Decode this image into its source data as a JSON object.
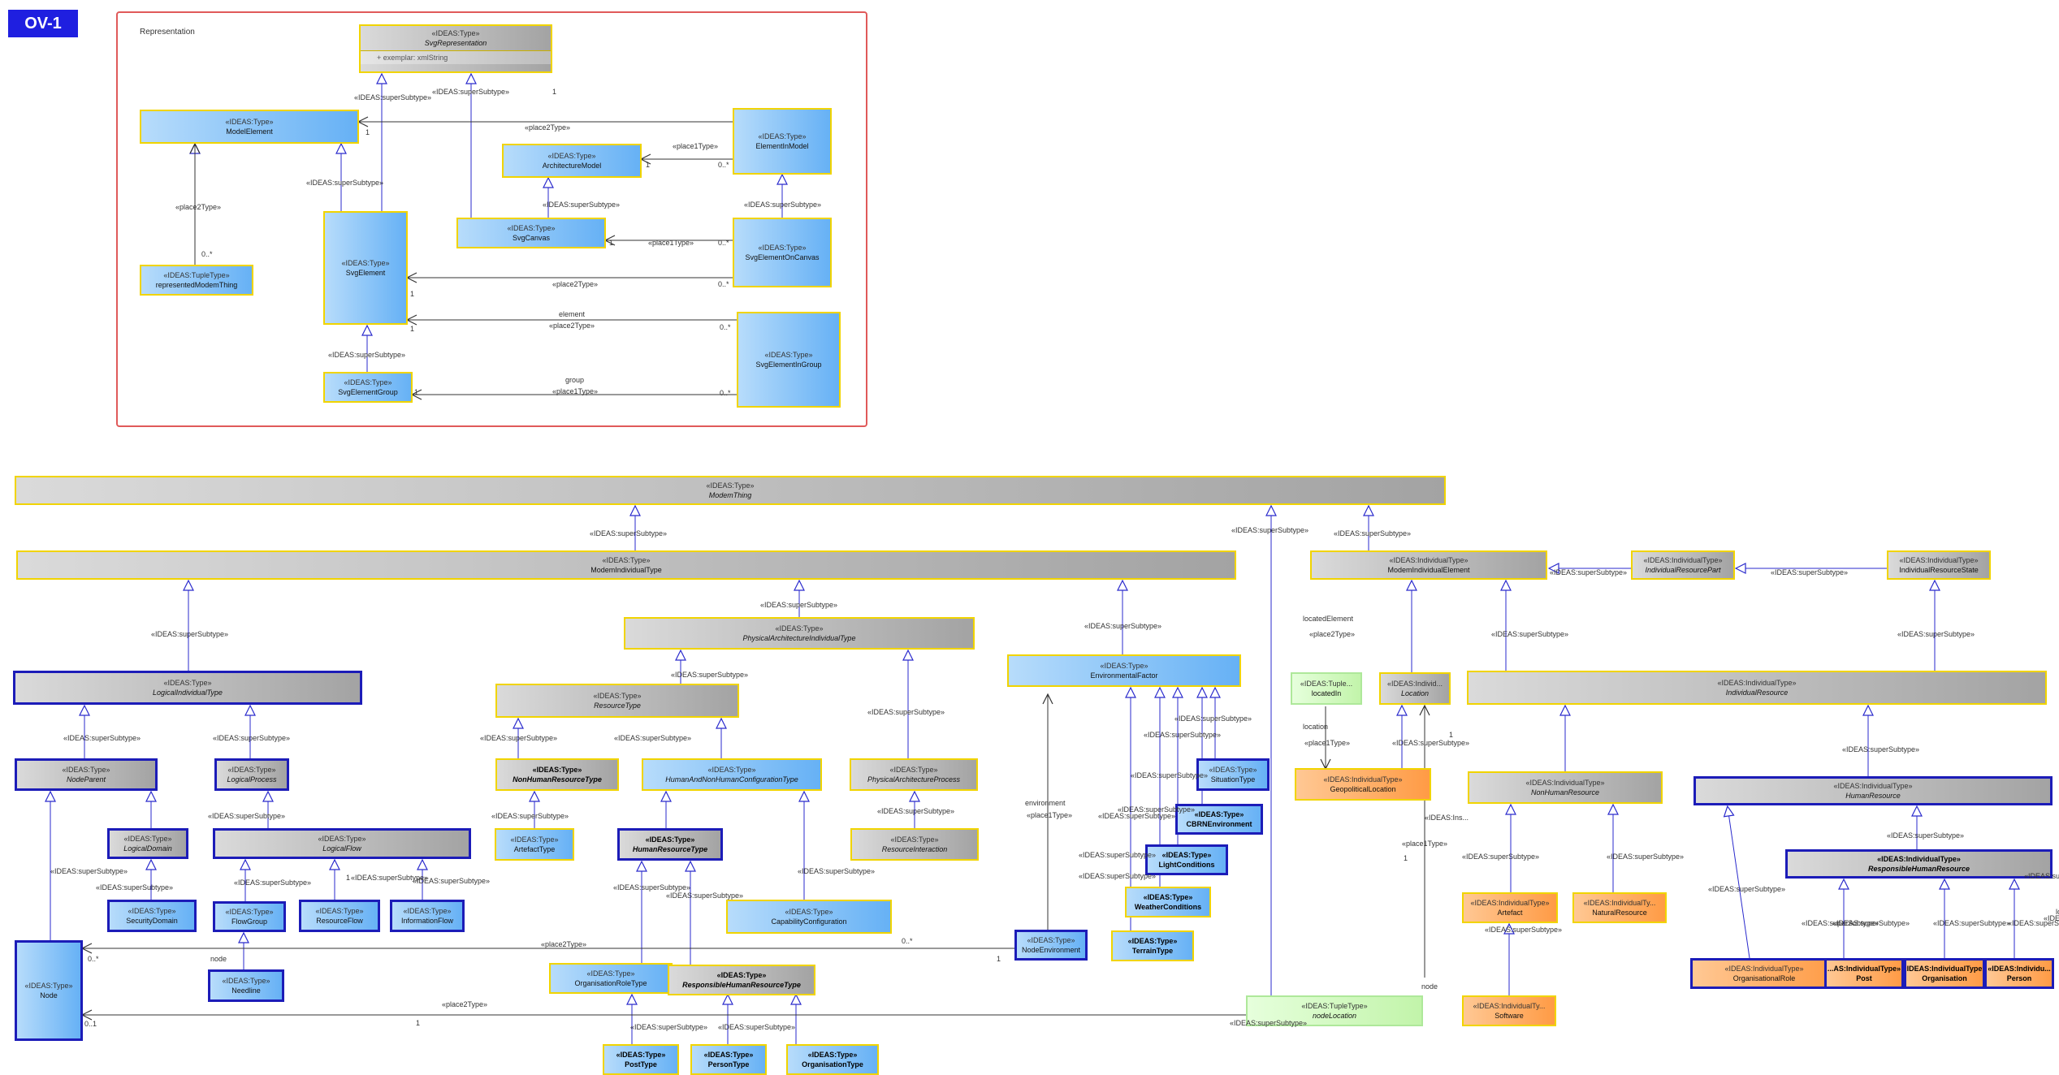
{
  "diagram": {
    "badge": "OV-1",
    "group_label": "Representation"
  },
  "nodes": [
    {
      "id": "svgrep",
      "st": "«IDEAS:Type»",
      "nm": "SvgRepresentation",
      "abstract": true,
      "fill": "gray",
      "attr": "+  exemplar: xmlString"
    },
    {
      "id": "modelelement",
      "st": "«IDEAS:Type»",
      "nm": "ModelElement",
      "fill": "blue"
    },
    {
      "id": "elementinmodel",
      "st": "«IDEAS:Type»",
      "nm": "ElementInModel",
      "fill": "blue"
    },
    {
      "id": "archmodel",
      "st": "«IDEAS:Type»",
      "nm": "ArchitectureModel",
      "fill": "blue"
    },
    {
      "id": "svgelement",
      "st": "«IDEAS:Type»",
      "nm": "SvgElement",
      "fill": "blue"
    },
    {
      "id": "svgcanvas",
      "st": "«IDEAS:Type»",
      "nm": "SvgCanvas",
      "fill": "blue"
    },
    {
      "id": "svgelementoncanvas",
      "st": "«IDEAS:Type»",
      "nm": "SvgElementOnCanvas",
      "fill": "blue"
    },
    {
      "id": "repmodemthing",
      "st": "«IDEAS:TupleType»",
      "nm": "representedModemThing",
      "fill": "blue"
    },
    {
      "id": "svgelementingroup",
      "st": "«IDEAS:Type»",
      "nm": "SvgElementInGroup",
      "fill": "blue"
    },
    {
      "id": "svgelementgroup",
      "st": "«IDEAS:Type»",
      "nm": "SvgElementGroup",
      "fill": "blue"
    },
    {
      "id": "modemthing",
      "st": "«IDEAS:Type»",
      "nm": "ModemThing",
      "abstract": true,
      "fill": "gray"
    },
    {
      "id": "modemindtype",
      "st": "«IDEAS:Type»",
      "nm": "ModemIndividualType",
      "fill": "gray"
    },
    {
      "id": "modemindelement",
      "st": "«IDEAS:IndividualType»",
      "nm": "ModemIndividualElement",
      "fill": "gray"
    },
    {
      "id": "indrespart",
      "st": "«IDEAS:IndividualType»",
      "nm": "IndividualResourcePart",
      "abstract": true,
      "fill": "gray"
    },
    {
      "id": "indresstate",
      "st": "«IDEAS:IndividualType»",
      "nm": "IndividualResourceState",
      "fill": "gray"
    },
    {
      "id": "logicalindtype",
      "st": "«IDEAS:Type»",
      "nm": "LogicalIndividualType",
      "abstract": true,
      "fill": "gray",
      "navy": true
    },
    {
      "id": "physarchindtype",
      "st": "«IDEAS:Type»",
      "nm": "PhysicalArchitectureIndividualType",
      "abstract": true,
      "fill": "gray"
    },
    {
      "id": "envfactor",
      "st": "«IDEAS:Type»",
      "nm": "EnvironmentalFactor",
      "fill": "blue"
    },
    {
      "id": "locatedin",
      "st": "«IDEAS:Tuple...",
      "nm": "locatedIn",
      "fill": "green"
    },
    {
      "id": "location",
      "st": "«IDEAS:Individ...",
      "nm": "Location",
      "abstract": true,
      "fill": "gray"
    },
    {
      "id": "indresource",
      "st": "«IDEAS:IndividualType»",
      "nm": "IndividualResource",
      "abstract": true,
      "fill": "gray"
    },
    {
      "id": "resourcetype",
      "st": "«IDEAS:Type»",
      "nm": "ResourceType",
      "abstract": true,
      "fill": "gray"
    },
    {
      "id": "nodeparent",
      "st": "«IDEAS:Type»",
      "nm": "NodeParent",
      "abstract": true,
      "fill": "gray",
      "navy": true
    },
    {
      "id": "logicalprocess",
      "st": "«IDEAS:Type»",
      "nm": "LogicalProcess",
      "abstract": true,
      "fill": "gray",
      "navy": true
    },
    {
      "id": "nonhumanrestype",
      "st": "«IDEAS:Type»",
      "nm": "NonHumanResourceType",
      "abstract": true,
      "fill": "gray",
      "bold": true
    },
    {
      "id": "hnhconfigtype",
      "st": "«IDEAS:Type»",
      "nm": "HumanAndNonHumanConfigurationType",
      "abstract": true,
      "fill": "blue"
    },
    {
      "id": "physarchprocess",
      "st": "«IDEAS:Type»",
      "nm": "PhysicalArchitectureProcess",
      "abstract": true,
      "fill": "gray"
    },
    {
      "id": "situationtype",
      "st": "«IDEAS:Type»",
      "nm": "SituationType",
      "fill": "blue",
      "navy": true
    },
    {
      "id": "geolocation",
      "st": "«IDEAS:IndividualType»",
      "nm": "GeopoliticalLocation",
      "fill": "orange"
    },
    {
      "id": "nonhumanresource",
      "st": "«IDEAS:IndividualType»",
      "nm": "NonHumanResource",
      "abstract": true,
      "fill": "gray"
    },
    {
      "id": "humanresource",
      "st": "«IDEAS:IndividualType»",
      "nm": "HumanResource",
      "abstract": true,
      "fill": "gray",
      "navy": true
    },
    {
      "id": "logicaldomain",
      "st": "«IDEAS:Type»",
      "nm": "LogicalDomain",
      "abstract": true,
      "fill": "gray",
      "navy": true
    },
    {
      "id": "logicalflow",
      "st": "«IDEAS:Type»",
      "nm": "LogicalFlow",
      "abstract": true,
      "fill": "gray",
      "navy": true
    },
    {
      "id": "artefacttype",
      "st": "«IDEAS:Type»",
      "nm": "ArtefactType",
      "fill": "blue"
    },
    {
      "id": "humanrestype",
      "st": "«IDEAS:Type»",
      "nm": "HumanResourceType",
      "abstract": true,
      "fill": "gray",
      "navy": true,
      "bold": true
    },
    {
      "id": "resinteraction",
      "st": "«IDEAS:Type»",
      "nm": "ResourceInteraction",
      "abstract": true,
      "fill": "gray"
    },
    {
      "id": "cbrnenv",
      "st": "«IDEAS:Type»",
      "nm": "CBRNEnvironment",
      "fill": "blue",
      "navy": true,
      "bold": true
    },
    {
      "id": "lightconditions",
      "st": "«IDEAS:Type»",
      "nm": "LightConditions",
      "fill": "blue",
      "navy": true,
      "bold": true
    },
    {
      "id": "resphumanres",
      "st": "«IDEAS:IndividualType»",
      "nm": "ResponsibleHumanResource",
      "abstract": true,
      "fill": "gray",
      "navy": true,
      "bold": true
    },
    {
      "id": "securitydomain",
      "st": "«IDEAS:Type»",
      "nm": "SecurityDomain",
      "fill": "blue",
      "navy": true
    },
    {
      "id": "flowgroup",
      "st": "«IDEAS:Type»",
      "nm": "FlowGroup",
      "fill": "blue",
      "navy": true
    },
    {
      "id": "resourceflow",
      "st": "«IDEAS:Type»",
      "nm": "ResourceFlow",
      "fill": "blue",
      "navy": true
    },
    {
      "id": "informationflow",
      "st": "«IDEAS:Type»",
      "nm": "InformationFlow",
      "fill": "blue",
      "navy": true
    },
    {
      "id": "capconfig",
      "st": "«IDEAS:Type»",
      "nm": "CapabilityConfiguration",
      "fill": "blue"
    },
    {
      "id": "weatherconditions",
      "st": "«IDEAS:Type»",
      "nm": "WeatherConditions",
      "fill": "blue",
      "bold": true
    },
    {
      "id": "artefact",
      "st": "«IDEAS:IndividualType»",
      "nm": "Artefact",
      "fill": "orange"
    },
    {
      "id": "naturalresource",
      "st": "«IDEAS:IndividualTy...",
      "nm": "NaturalResource",
      "fill": "orange"
    },
    {
      "id": "terraintype",
      "st": "«IDEAS:Type»",
      "nm": "TerrainType",
      "fill": "blue",
      "bold": true
    },
    {
      "id": "nodeenv",
      "st": "«IDEAS:Type»",
      "nm": "NodeEnvironment",
      "fill": "blue",
      "navy": true
    },
    {
      "id": "node",
      "st": "«IDEAS:Type»",
      "nm": "Node",
      "fill": "blue",
      "navy": true
    },
    {
      "id": "needline",
      "st": "«IDEAS:Type»",
      "nm": "Needline",
      "fill": "blue",
      "navy": true
    },
    {
      "id": "orgroletype",
      "st": "«IDEAS:Type»",
      "nm": "OrganisationRoleType",
      "fill": "blue"
    },
    {
      "id": "resphumanrestype",
      "st": "«IDEAS:Type»",
      "nm": "ResponsibleHumanResourceType",
      "abstract": true,
      "fill": "gray",
      "bold": true
    },
    {
      "id": "orgrole",
      "st": "«IDEAS:IndividualType»",
      "nm": "OrganisationalRole",
      "fill": "orange",
      "navy": true
    },
    {
      "id": "post",
      "st": "...AS:IndividualType»",
      "nm": "Post",
      "fill": "orange",
      "navy": true,
      "bold": true
    },
    {
      "id": "organisation",
      "st": "«IDEAS:IndividualType»",
      "nm": "Organisation",
      "fill": "orange",
      "navy": true,
      "bold": true
    },
    {
      "id": "person",
      "st": "«IDEAS:Individu...",
      "nm": "Person",
      "fill": "orange",
      "navy": true,
      "bold": true
    },
    {
      "id": "software",
      "st": "«IDEAS:IndividualTy...",
      "nm": "Software",
      "fill": "orange"
    },
    {
      "id": "nodelocation",
      "st": "«IDEAS:TupleType»",
      "nm": "nodeLocation",
      "abstract": true,
      "fill": "green"
    },
    {
      "id": "posttype",
      "st": "«IDEAS:Type»",
      "nm": "PostType",
      "fill": "blue",
      "bold": true
    },
    {
      "id": "persontype",
      "st": "«IDEAS:Type»",
      "nm": "PersonType",
      "fill": "blue",
      "bold": true
    },
    {
      "id": "orgtype",
      "st": "«IDEAS:Type»",
      "nm": "OrganisationType",
      "fill": "blue",
      "bold": true
    }
  ],
  "labels": [
    "«IDEAS:superSubtype»",
    "«IDEAS:superSubtype»",
    "«place2Type»",
    "1",
    "1",
    "«place1Type»",
    "0..*",
    "1",
    "«IDEAS:superSubtype»",
    "«IDEAS:superSubtype»",
    "«IDEAS:superSubtype»",
    "«place2Type»",
    "0..*",
    "«place1Type»",
    "0..*",
    "1",
    "«place2Type»",
    "0..*",
    "1",
    "element",
    "«place2Type»",
    "0..*",
    "1",
    "«IDEAS:superSubtype»",
    "group",
    "«place1Type»",
    "0..*",
    "1",
    "«IDEAS:superSubtype»",
    "«IDEAS:superSubtype»",
    "«IDEAS:superSubtype»",
    "«IDEAS:superSubtype»",
    "«IDEAS:superSubtype»",
    "«IDEAS:superSubtype»",
    "«IDEAS:superSubtype»",
    "«IDEAS:superSubtype»",
    "locatedElement",
    "«place2Type»",
    "«IDEAS:superSubtype»",
    "«IDEAS:superSubtype»",
    "«IDEAS:superSubtype»",
    "«IDEAS:superSubtype»",
    "«IDEAS:superSubtype»",
    "«IDEAS:superSubtype»",
    "«IDEAS:superSubtype»",
    "«IDEAS:superSubtype»",
    "«IDEAS:superSubtype»",
    "«IDEAS:superSubtype»",
    "«IDEAS:superSubtype»",
    "«IDEAS:superSubtype»",
    "location",
    "«place1Type»",
    "«IDEAS:superSubtype»",
    "1",
    "«IDEAS:superSubtype»",
    "«IDEAS:superSubtype»",
    "«IDEAS:superSubtype»",
    "«IDEAS:superSubtype»",
    "«IDEAS:superSubtype»",
    "«IDEAS:superSubtype»",
    "«IDEAS:superSubtype»",
    "environment",
    "«place1Type»",
    "«IDEAS:superSubtype»",
    "«IDEAS:superSubtype»",
    "«IDEAS:superSubtype»",
    "«IDEAS:superSubtype»",
    "«IDEAS:superSubtype»",
    "«IDEAS:superSubtype»",
    "«IDEAS:superSubtype»",
    "«IDEAS:superSubtype»",
    "«IDEAS:superSubtype»",
    "«IDEAS:superSubtype»",
    "«IDEAS:superSubtype»",
    "«IDEAS:superSubtype»",
    "«IDEAS:superSubtype»",
    "«IDEAS:superSubtype»",
    "«IDEAS:superSubtype»",
    "«IDEAS:superSubtype»",
    "«IDEAS:superSubtype»",
    "«IDEAS:superSubtype»",
    "location",
    "«place1Type»",
    "1",
    "«IDEAS:Ins...",
    "1",
    "«IDEAS:superSubtype»",
    "node",
    "«place2Type»",
    "0..*",
    "1",
    "0..*",
    "node",
    "«place2Type»",
    "1",
    "0..1",
    "«IDEAS:superSubtype»",
    "«IDEAS:superSubtype»",
    "«IDEAS:superSubtype»"
  ]
}
